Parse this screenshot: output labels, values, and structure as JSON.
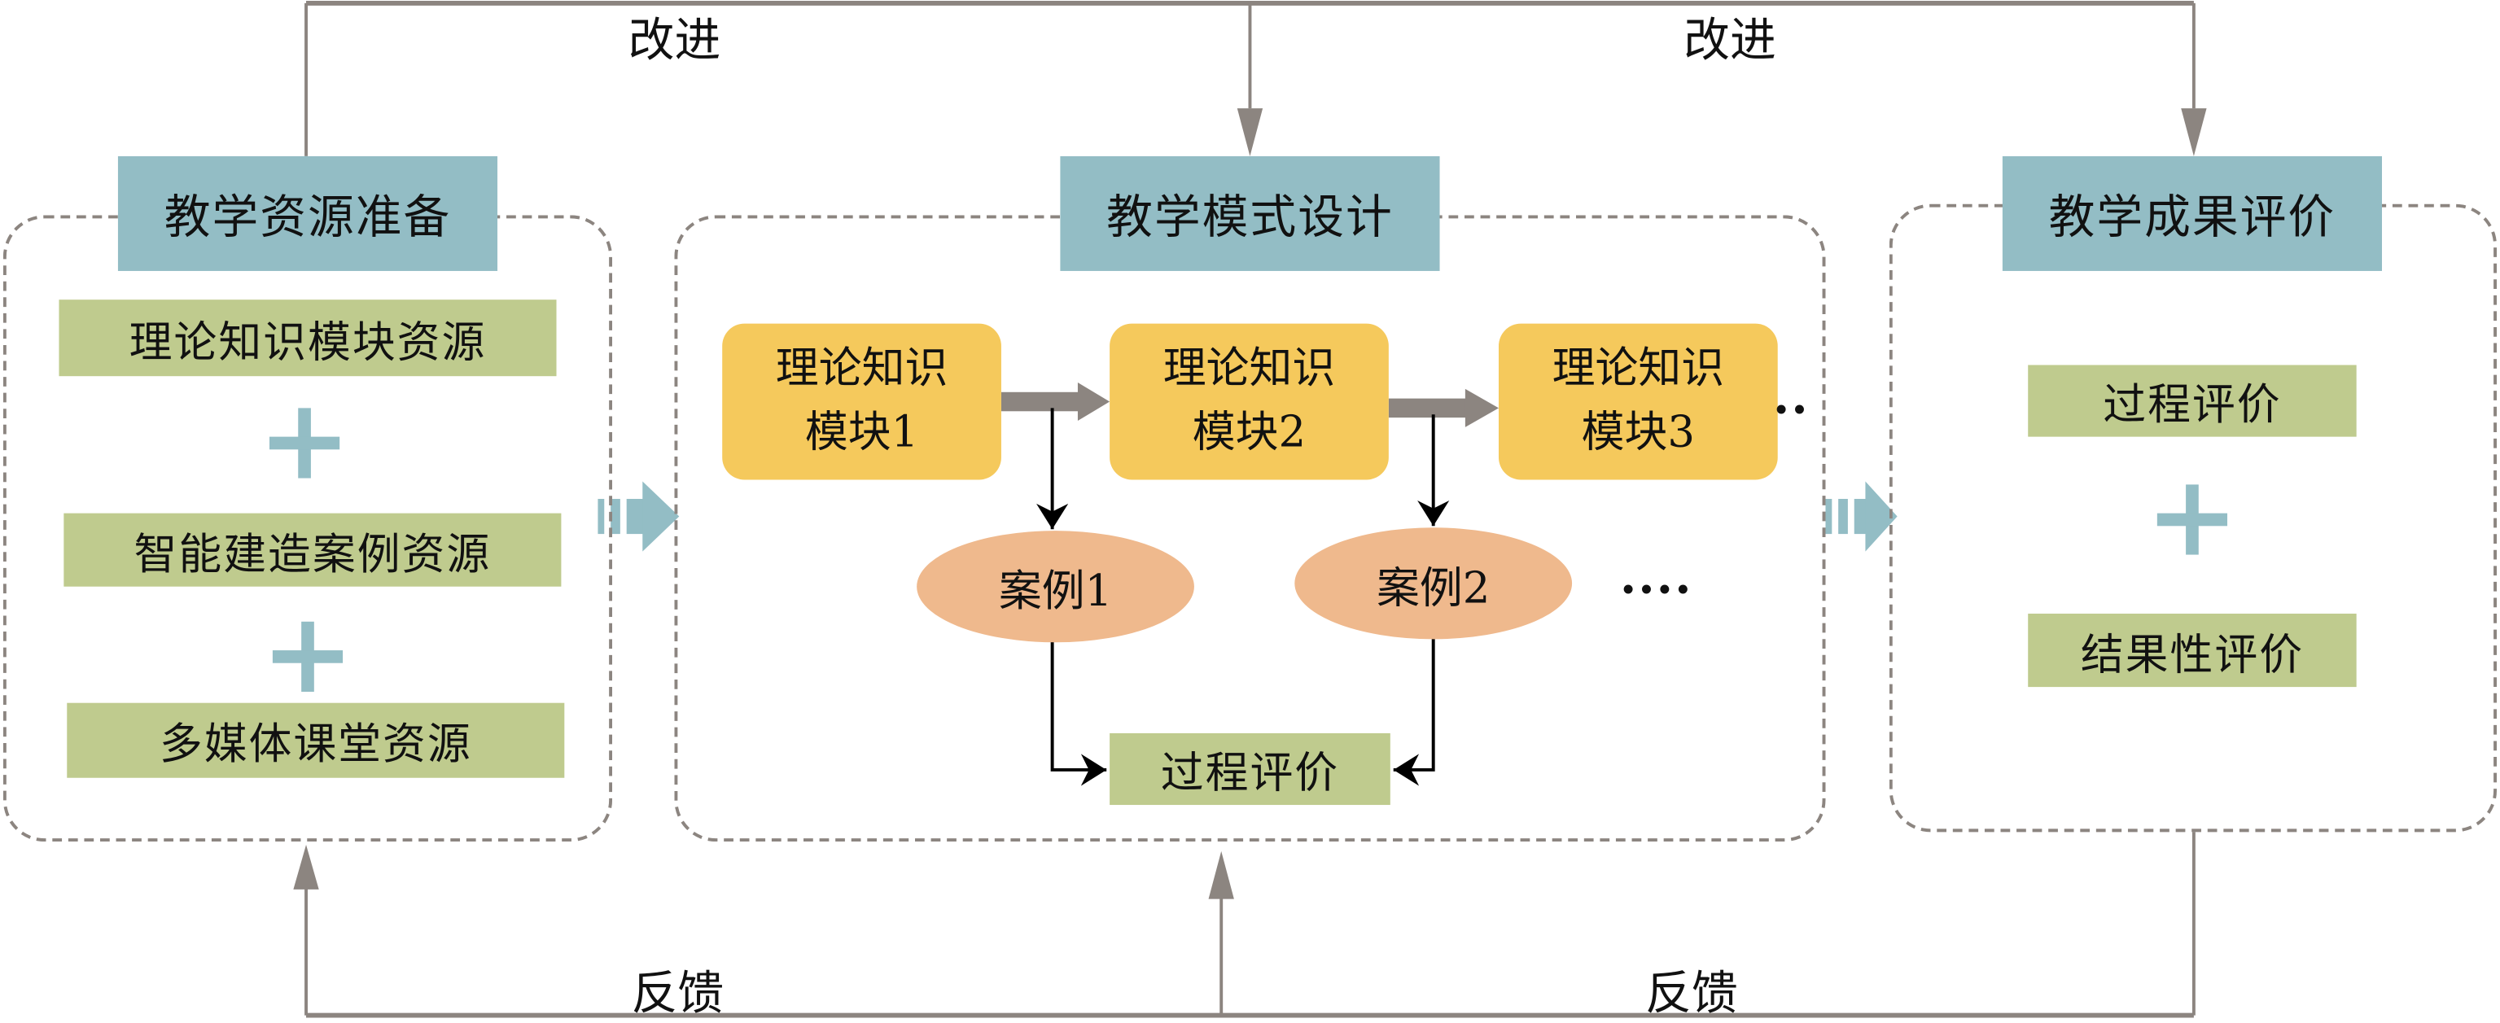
{
  "top_feedback": {
    "improve_label_left": "改进",
    "improve_label_right": "改进"
  },
  "bottom_feedback": {
    "feedback_label_left": "反馈",
    "feedback_label_right": "反馈"
  },
  "panels": {
    "resources": {
      "title": "教学资源准备",
      "items": [
        "理论知识模块资源",
        "智能建造案例资源",
        "多媒体课堂资源"
      ]
    },
    "design": {
      "title": "教学模式设计",
      "modules": [
        {
          "line1": "理论知识",
          "line2": "模块1"
        },
        {
          "line1": "理论知识",
          "line2": "模块2"
        },
        {
          "line1": "理论知识",
          "line2": "模块3"
        }
      ],
      "module_ellipsis": "..",
      "cases": [
        "案例1",
        "案例2"
      ],
      "case_ellipsis": "....",
      "process_eval": "过程评价"
    },
    "evaluation": {
      "title": "教学成果评价",
      "items": [
        "过程评价",
        "结果性评价"
      ]
    }
  },
  "colors": {
    "title_box": "#93bdc5",
    "resource_box": "#bfcb8e",
    "module_box": "#f5c95c",
    "case_oval": "#efb98d",
    "connector": "#8c8580",
    "plus_sign": "#93bdc5"
  }
}
